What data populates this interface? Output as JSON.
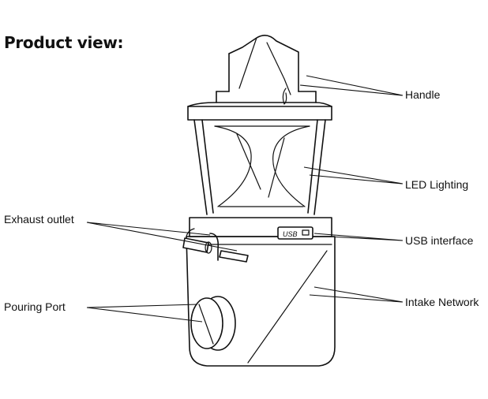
{
  "title": "Product view:",
  "callouts": {
    "handle": "Handle",
    "led_lighting": "LED Lighting",
    "usb_interface": "USB interface",
    "intake_network": "Intake Network",
    "exhaust_outlet": "Exhaust outlet",
    "pouring_port": "Pouring Port"
  },
  "usb_badge": "USB"
}
